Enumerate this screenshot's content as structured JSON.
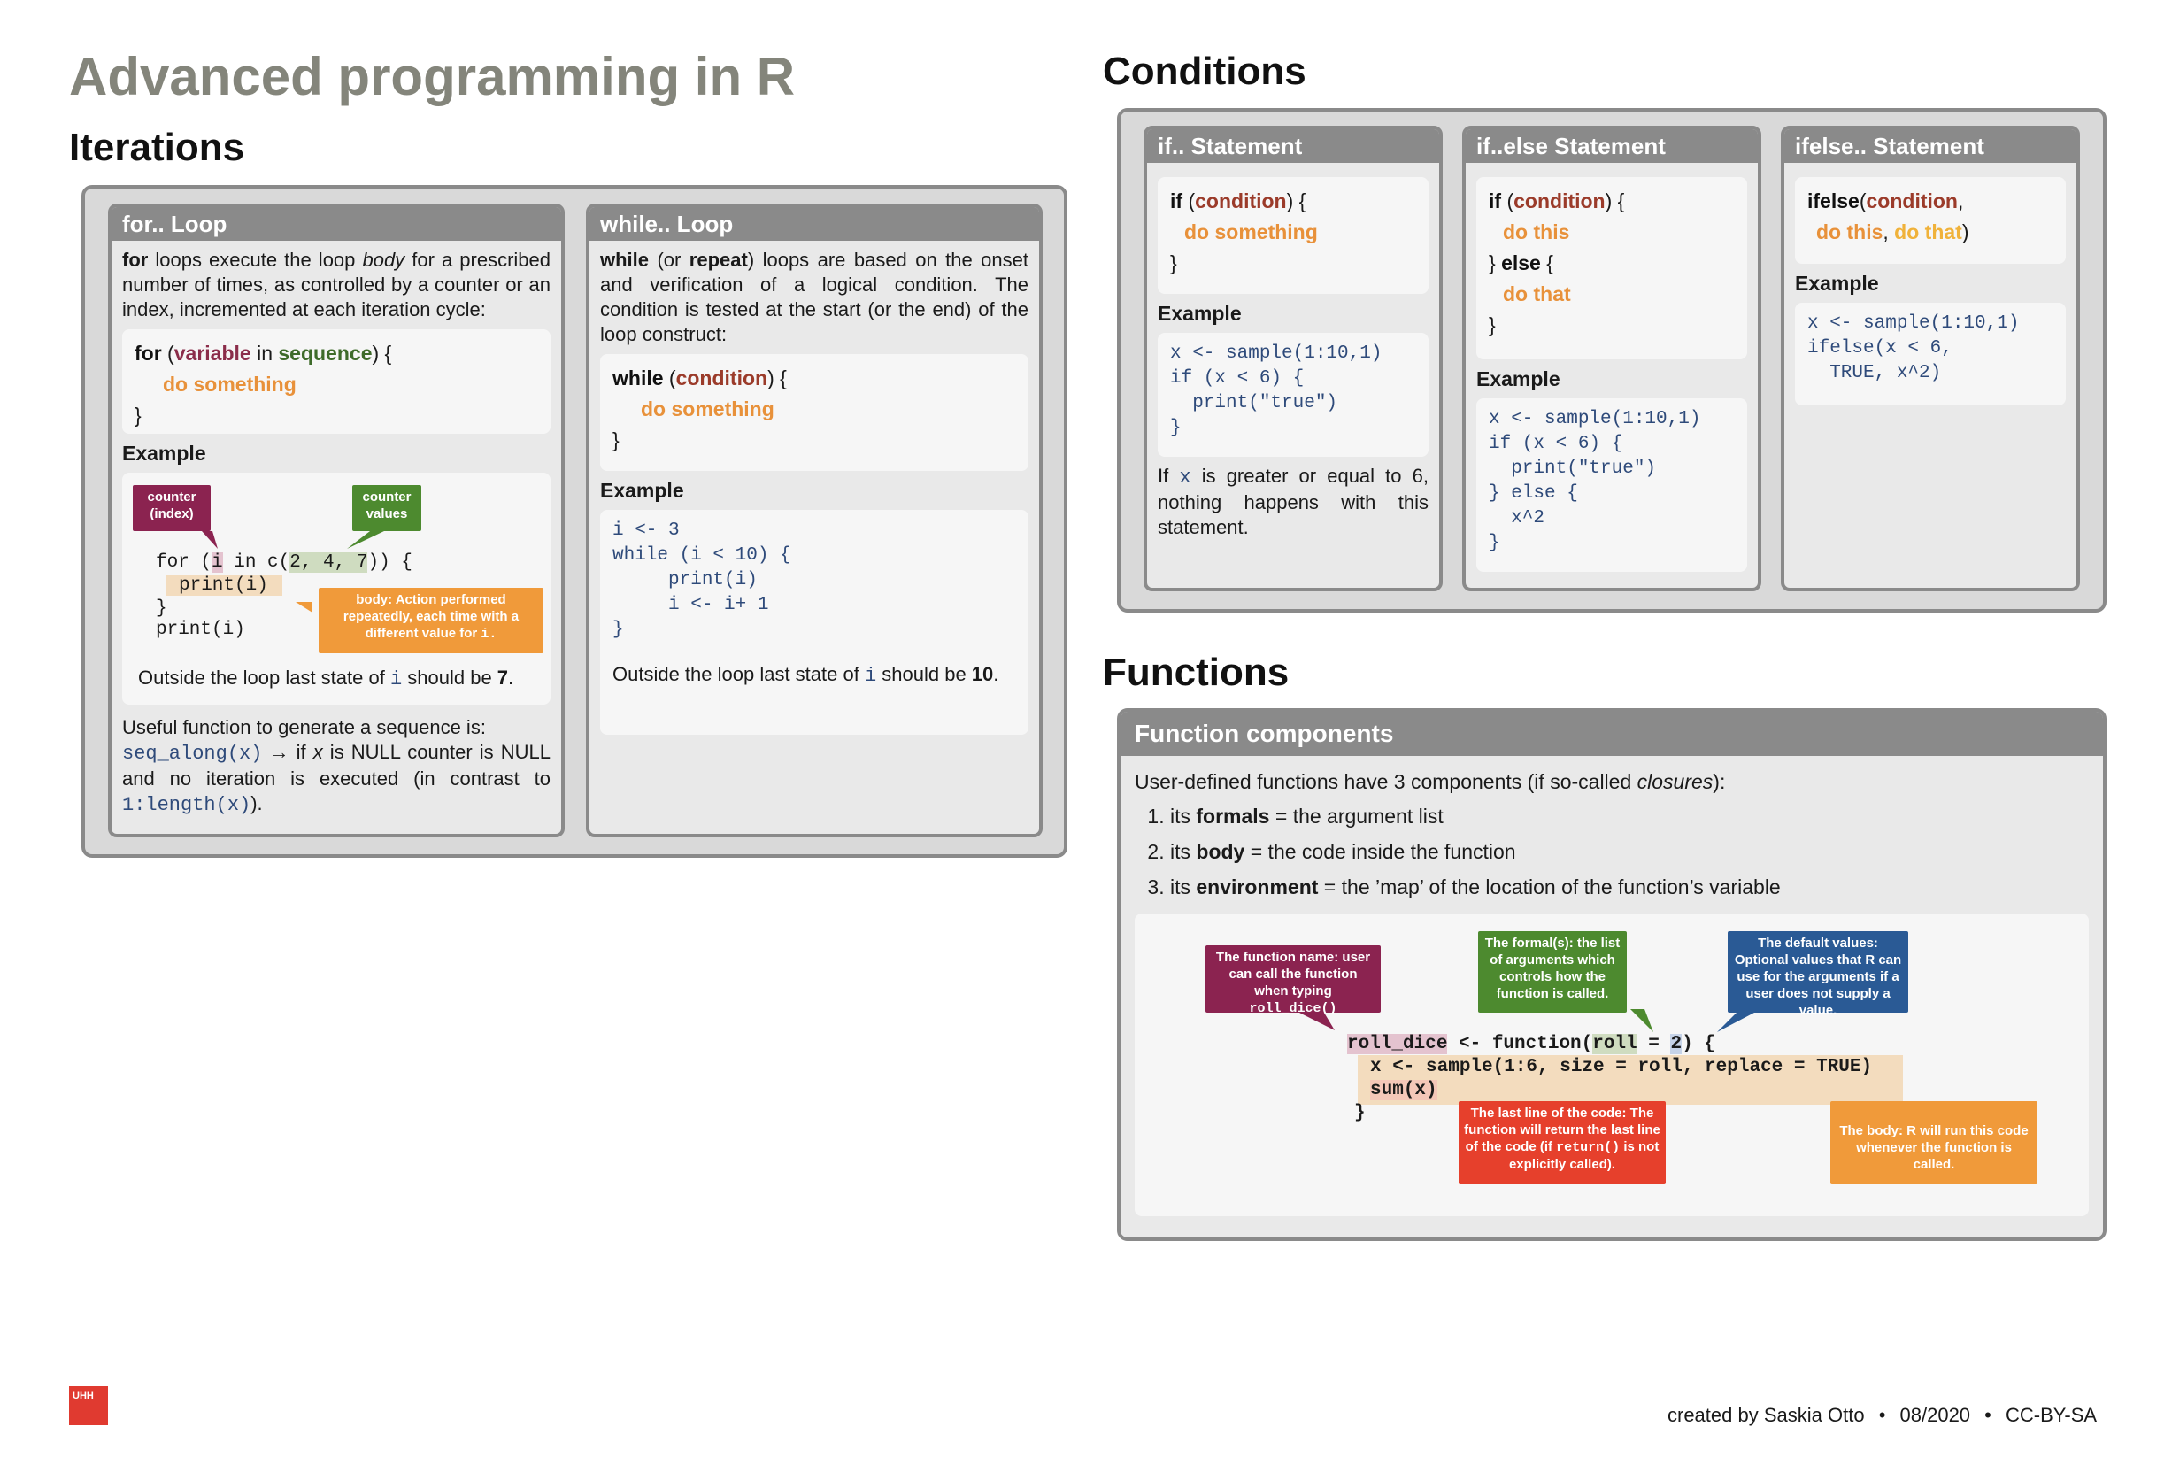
{
  "title": "Advanced programming in R",
  "sections": {
    "iterations": "Iterations",
    "conditions": "Conditions",
    "functions": "Functions"
  },
  "for_loop": {
    "header": "for.. Loop",
    "intro_kw": "for",
    "intro_a": " loops execute the loop ",
    "intro_em": "body",
    "intro_b": " for a prescribed number of times, as controlled by a counter or an index, incremented at each iteration cycle:",
    "syntax_for": "for",
    "syntax_open": " (",
    "syntax_var": "variable",
    "syntax_in": " in ",
    "syntax_seq": "sequence",
    "syntax_close": ") {",
    "syntax_body": "do something",
    "syntax_end": "}",
    "example_label": "Example",
    "callout_counter": "counter (index)",
    "callout_values": "counter values",
    "callout_body_a": "body: Action performed repeatedly, each time with a different value for ",
    "callout_body_code": "i.",
    "code_for_a": "for (",
    "code_for_i": "i",
    "code_for_b": " in c(",
    "code_for_vals": "2, 4, 7",
    "code_for_c": ")) {",
    "code_print": "print(i)",
    "code_end": "}",
    "code_print2": "print(i)",
    "outside_a": "Outside the loop last state of ",
    "outside_code": "i",
    "outside_b": " should be ",
    "outside_val": "7",
    "outside_c": ".",
    "useful": "Useful function to generate a sequence is:",
    "seq_code": "seq_along(x)",
    "seq_a": " → if ",
    "seq_x": "x",
    "seq_b": " is NULL counter is NULL and no iteration is executed (in contrast to ",
    "seq_code2": "1:length(x)",
    "seq_c": ")."
  },
  "while_loop": {
    "header": "while.. Loop",
    "intro_kw1": "while",
    "intro_a": " (or ",
    "intro_kw2": "repeat",
    "intro_b": ") loops are based on the onset and verification of a logical condition. The condition is tested at the start (or the end) of the loop construct:",
    "syntax_while": "while",
    "syntax_open": " (",
    "syntax_cond": "condition",
    "syntax_close": ") {",
    "syntax_body": "do something",
    "syntax_end": "}",
    "example_label": "Example",
    "code": "i <- 3\nwhile (i < 10) {\n     print(i)\n     i <- i+ 1\n}",
    "outside_a": "Outside the loop last state of ",
    "outside_code": "i",
    "outside_b": " should be ",
    "outside_val": "10",
    "outside_c": "."
  },
  "if_stmt": {
    "header": "if.. Statement",
    "s_if": "if",
    "s_open": " (",
    "s_cond": "condition",
    "s_close": ") {",
    "s_body": "do something",
    "s_end": "}",
    "example_label": "Example",
    "code": "x <- sample(1:10,1)\nif (x < 6) {\n  print(\"true\")\n}",
    "note_a": "If ",
    "note_code": "x",
    "note_b": " is greater or equal to 6, nothing happens with this statement."
  },
  "ifelse_stmt": {
    "header": "if..else Statement",
    "s_if": "if",
    "s_open": " (",
    "s_cond": "condition",
    "s_close": ") {",
    "s_body1": "do this",
    "s_else_a": "} ",
    "s_else": "else",
    "s_else_b": " {",
    "s_body2": "do that",
    "s_end": "}",
    "example_label": "Example",
    "code": "x <- sample(1:10,1)\nif (x < 6) {\n  print(\"true\")\n} else {\n  x^2\n}"
  },
  "ifelse_fn": {
    "header": "ifelse.. Statement",
    "s_fn": "ifelse",
    "s_open": "(",
    "s_cond": "condition",
    "s_comma": ",",
    "s_this": "do this",
    "s_comma2": ", ",
    "s_that": "do that",
    "s_close": ")",
    "example_label": "Example",
    "code": "x <- sample(1:10,1)\nifelse(x < 6,\n  TRUE, x^2)"
  },
  "functions": {
    "header": "Function components",
    "intro_a": "User-defined functions have 3 components (if so-called ",
    "intro_em": "closures",
    "intro_b": "):",
    "items": [
      {
        "pre": "its ",
        "kw": "formals",
        "post": " = the argument list"
      },
      {
        "pre": "its ",
        "kw": "body",
        "post": " = the code inside the function"
      },
      {
        "pre": "its ",
        "kw": "environment",
        "post": " = the ’map’ of the location of the function’s variable"
      }
    ],
    "callout_name_a": "The function name: user can call the function when typing ",
    "callout_name_code": "roll_dice()",
    "callout_formals": "The formal(s): the list of arguments which controls how the function is called.",
    "callout_default": "The default values: Optional values that R can use for the arguments if a user does not supply a value.",
    "callout_last_a": "The last line of the code: The function will return the last line of the code (if ",
    "callout_last_code": "return()",
    "callout_last_b": " is not explicitly called).",
    "callout_body": "The body: R will run this code whenever the function is called.",
    "code_name": "roll_dice",
    "code_assign": " <- function(",
    "code_arg": "roll",
    "code_eq": " = ",
    "code_default": "2",
    "code_open": ") {",
    "code_body": "x <- sample(1:6, size = roll, replace = TRUE)",
    "code_last": "sum(x)",
    "code_end": "}"
  },
  "logo": "UHH",
  "footer": {
    "author": "created by Saskia Otto",
    "date": "08/2020",
    "license": "CC-BY-SA"
  }
}
